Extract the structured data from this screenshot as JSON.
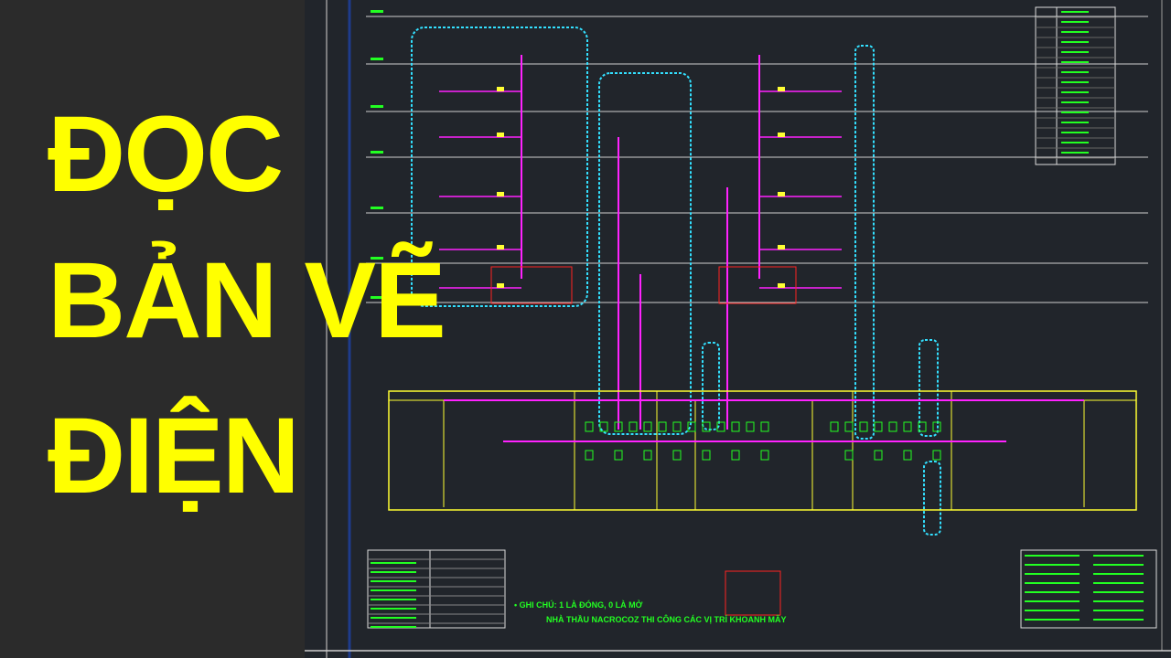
{
  "title": {
    "line1": "ĐỌC",
    "line2": "BẢN VẼ",
    "line3": "ĐIỆN"
  },
  "notes": {
    "note1": "• GHI CHÚ: 1 LÀ ĐÓNG, 0 LÀ MỞ",
    "note2": "NHÀ THẦU NACROCOZ THI CÔNG CÁC VỊ TRÍ KHOANH MÂY"
  },
  "colors": {
    "title": "#ffff00",
    "background": "#21252b",
    "panel": "#2b2b2b",
    "riser": "#ff22ff",
    "cloud": "#33e0ff",
    "board": "#ffff33",
    "text": "#22ff22",
    "grid": "#cfcfcf",
    "red": "#ff2222"
  }
}
